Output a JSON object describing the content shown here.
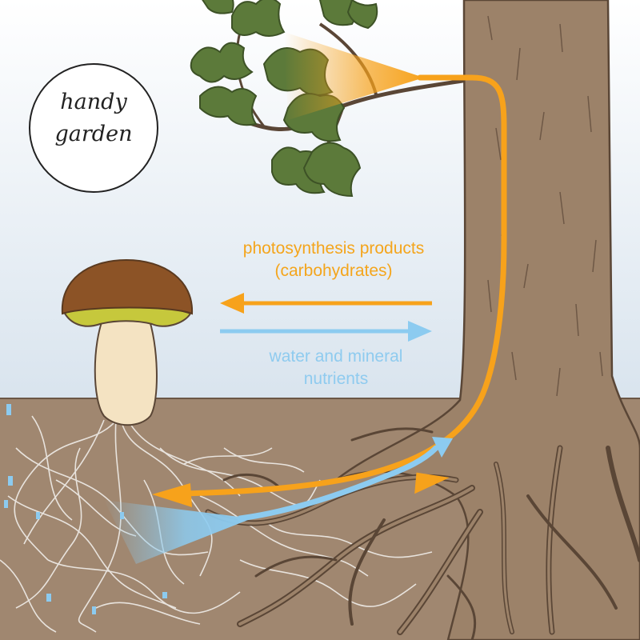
{
  "logo": {
    "line1": "handy",
    "line2": "garden"
  },
  "labels": {
    "carbohydrates_line1": "photosynthesis products",
    "carbohydrates_line2": "(carbohydrates)",
    "water_line1": "water and mineral",
    "water_line2": "nutrients"
  },
  "colors": {
    "sky_top": "#ffffff",
    "sky_bottom": "#d9e4ee",
    "soil": "#a08770",
    "trunk": "#9c8269",
    "outline": "#5a4636",
    "leaf": "#5c7a3a",
    "carbohydrate_arrow": "#f7a21b",
    "water_arrow": "#8ccbf0",
    "mushroom_cap": "#8c5326",
    "mushroom_gills": "#c6c83c",
    "mushroom_stem": "#f4e3c2",
    "mycelium": "#e8e4df"
  }
}
